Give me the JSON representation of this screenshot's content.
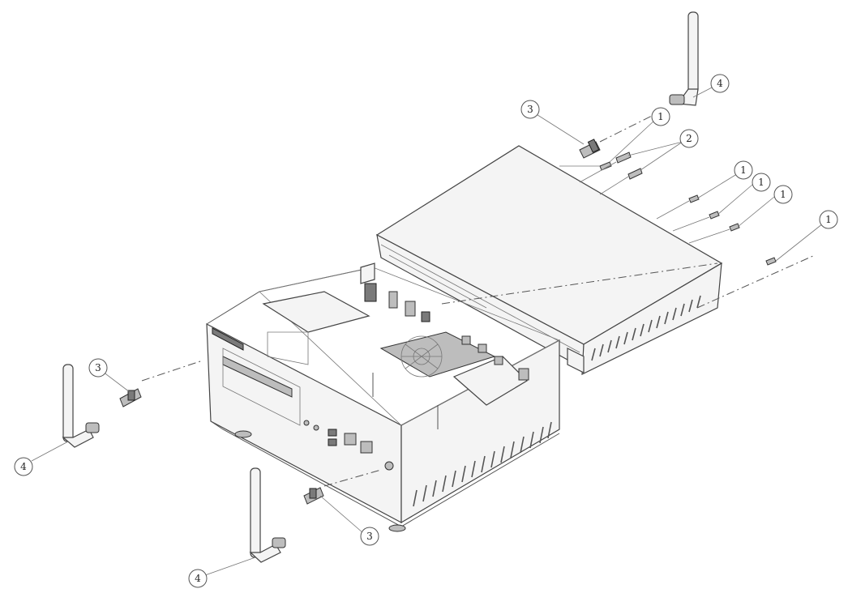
{
  "callouts": [
    {
      "id": "c1a",
      "label": "1"
    },
    {
      "id": "c1b",
      "label": "1"
    },
    {
      "id": "c1c",
      "label": "1"
    },
    {
      "id": "c1d",
      "label": "1"
    },
    {
      "id": "c1e",
      "label": "1"
    },
    {
      "id": "c2",
      "label": "2"
    },
    {
      "id": "c3a",
      "label": "3"
    },
    {
      "id": "c3b",
      "label": "3"
    },
    {
      "id": "c3c",
      "label": "3"
    },
    {
      "id": "c4a",
      "label": "4"
    },
    {
      "id": "c4b",
      "label": "4"
    },
    {
      "id": "c4c",
      "label": "4"
    }
  ],
  "colors": {
    "line": "#555555",
    "panel": "#f4f4f4"
  }
}
